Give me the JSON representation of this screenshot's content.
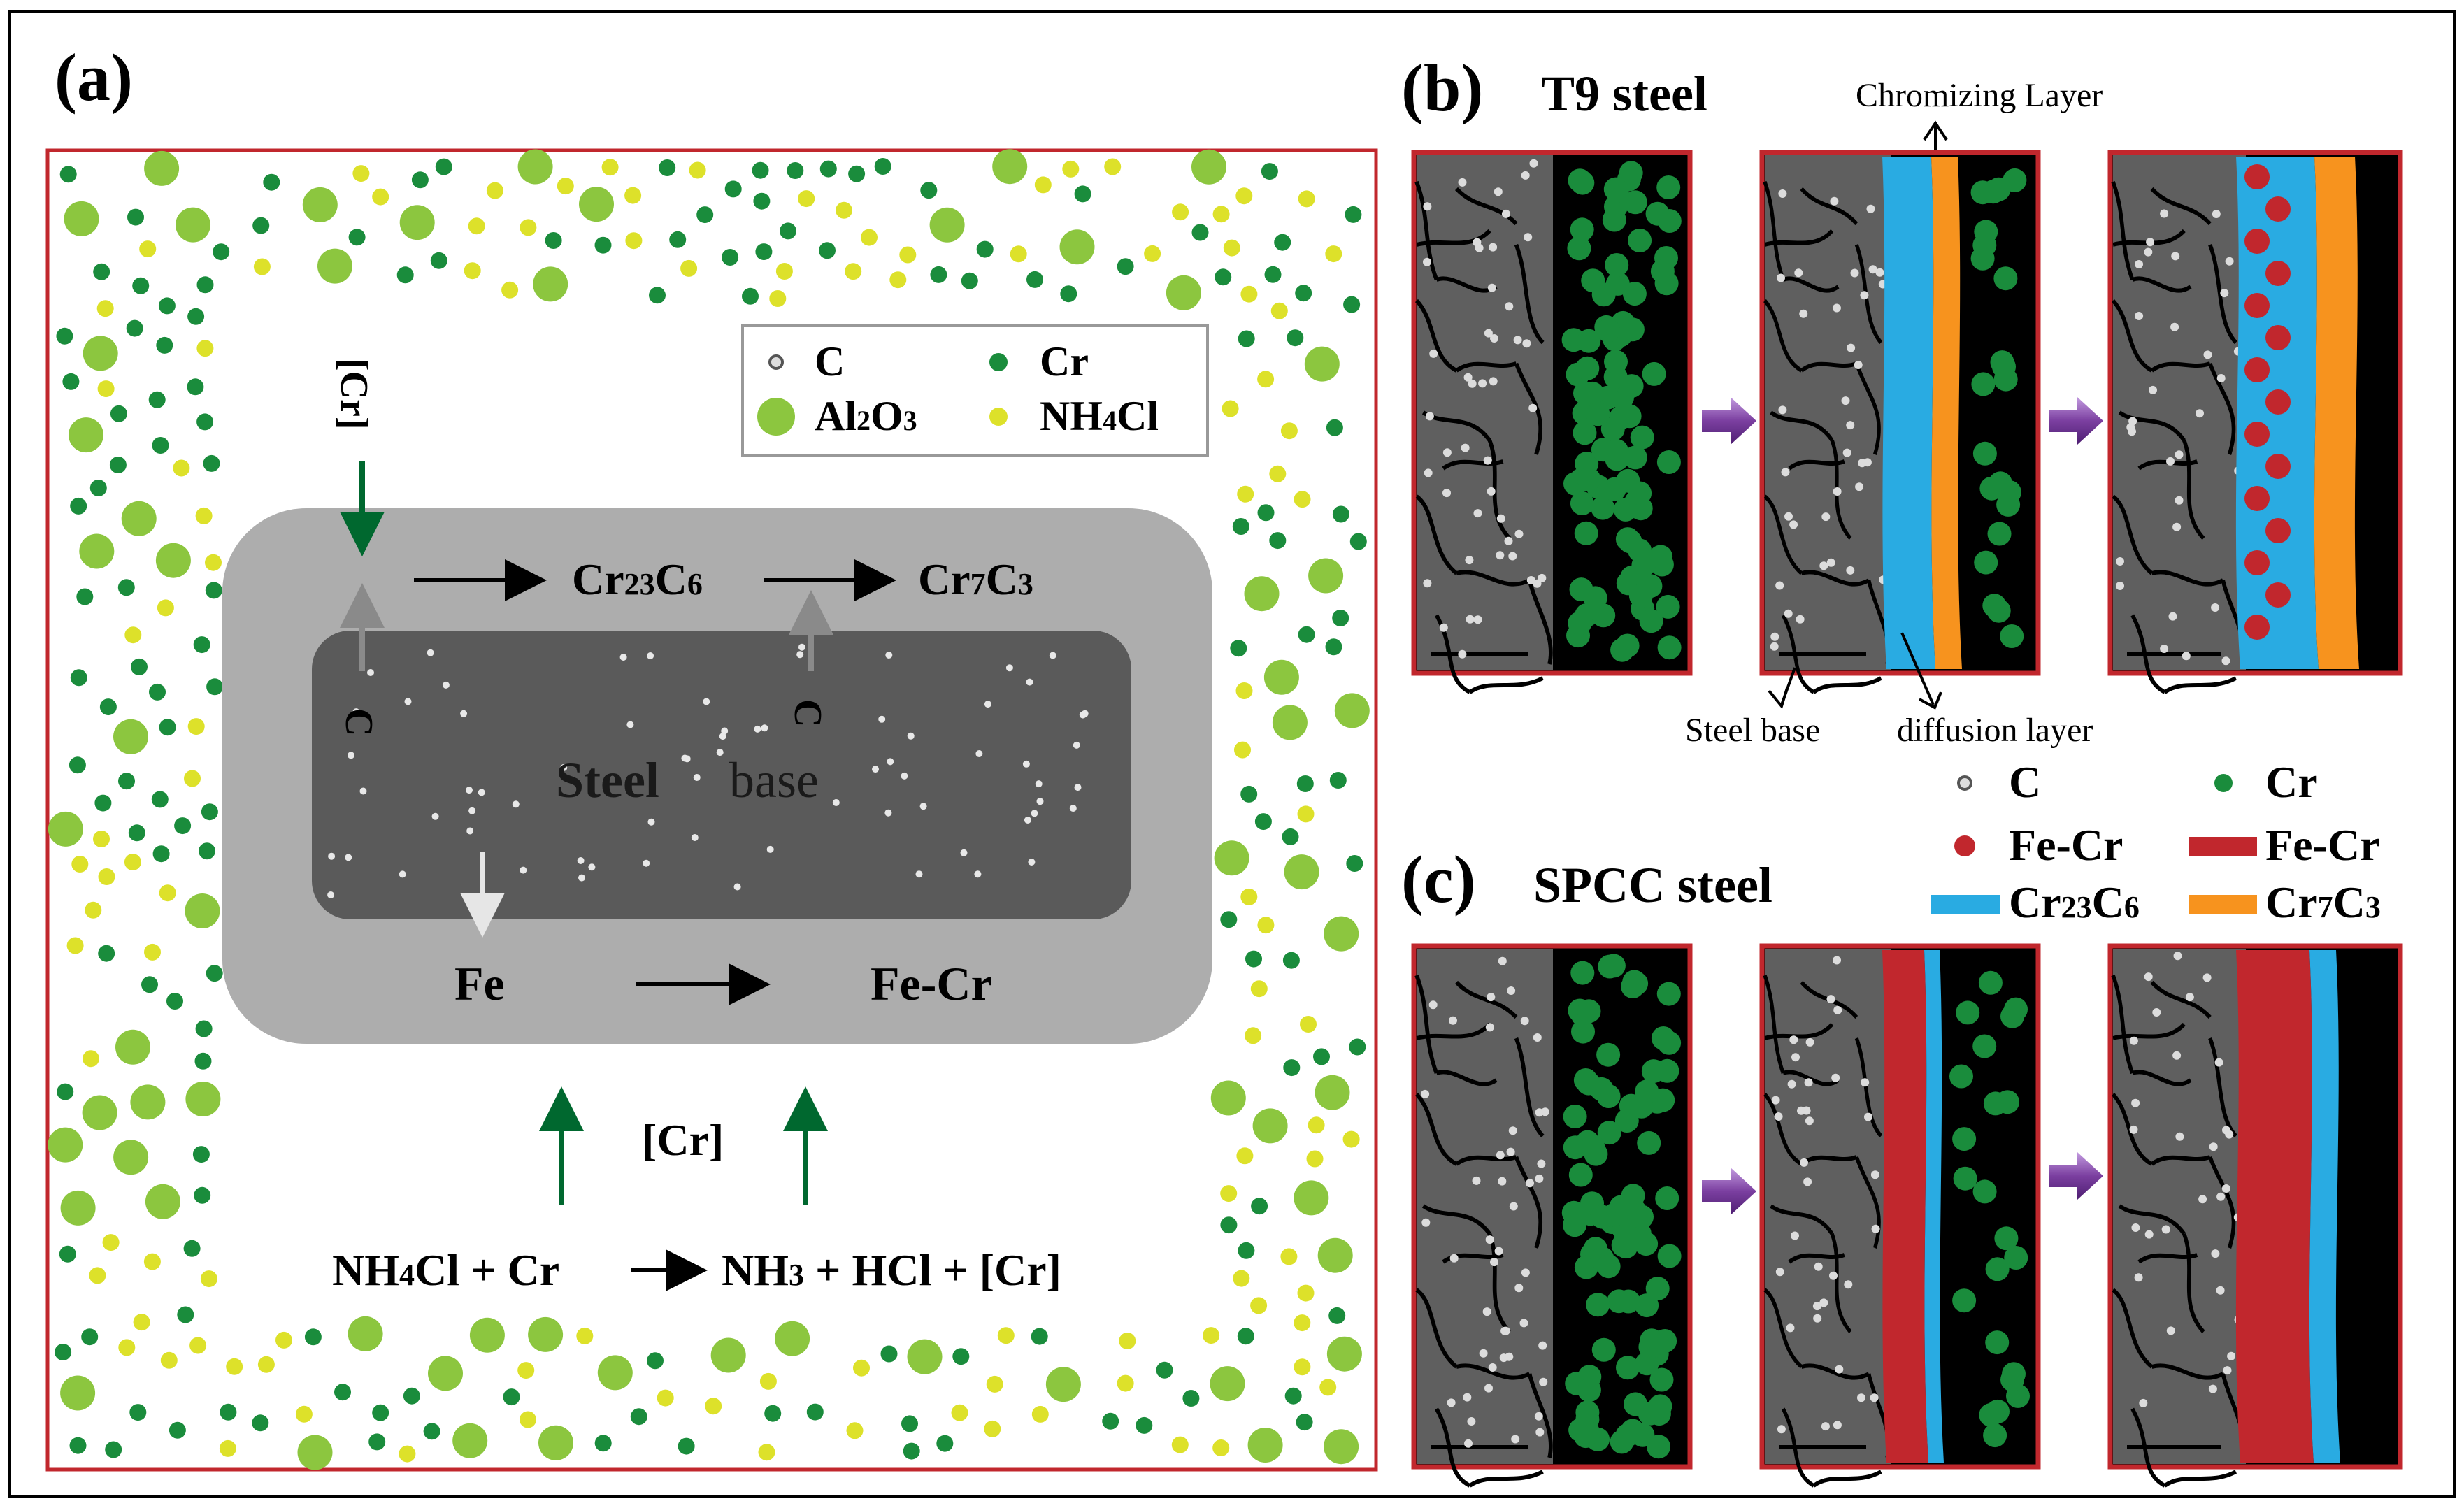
{
  "panel_a": {
    "label": "(a)",
    "legend": {
      "c": "C",
      "cr": "Cr",
      "al2o3": "Al2O3",
      "nh4cl": "NH4Cl"
    },
    "cr_top_label": "[Cr]",
    "c_left_label": "C",
    "c_mid_label": "C",
    "cr23c6": "Cr23C6",
    "cr7c3": "Cr7C3",
    "steel_bold": "Steel",
    "steel_base": "base",
    "fe": "Fe",
    "fe_cr": "Fe-Cr",
    "cr_bottom": "[Cr]",
    "reaction": {
      "lhs": "NH4Cl + Cr",
      "rhs": "NH3 + HCl + [Cr]"
    }
  },
  "panel_b": {
    "label": "(b)",
    "title": "T9 steel",
    "chromizing_layer": "Chromizing Layer",
    "steel_base": "Steel base",
    "diffusion_layer": "diffusion layer"
  },
  "panel_c": {
    "label": "(c)",
    "title": "SPCC steel"
  },
  "legend_bc": {
    "c": "C",
    "cr": "Cr",
    "fecr_dot": "Fe-Cr",
    "fecr_bar": "Fe-Cr",
    "cr23c6": "Cr23C6",
    "cr7c3": "Cr7C3"
  },
  "colors": {
    "frame_red": "#c1272d",
    "cr_green": "#1a8c3c",
    "al2o3_green": "#8cc63f",
    "nh4cl_yellow": "#dde12a",
    "fe_cr_red": "#c1272d",
    "cr23c6_blue": "#29abe2",
    "cr7c3_orange": "#f7931e",
    "steel_dark": "#5a5a5a",
    "coating_grey": "#adadad",
    "arrow_green": "#00682f",
    "process_arrow": "#7b3fa0"
  }
}
